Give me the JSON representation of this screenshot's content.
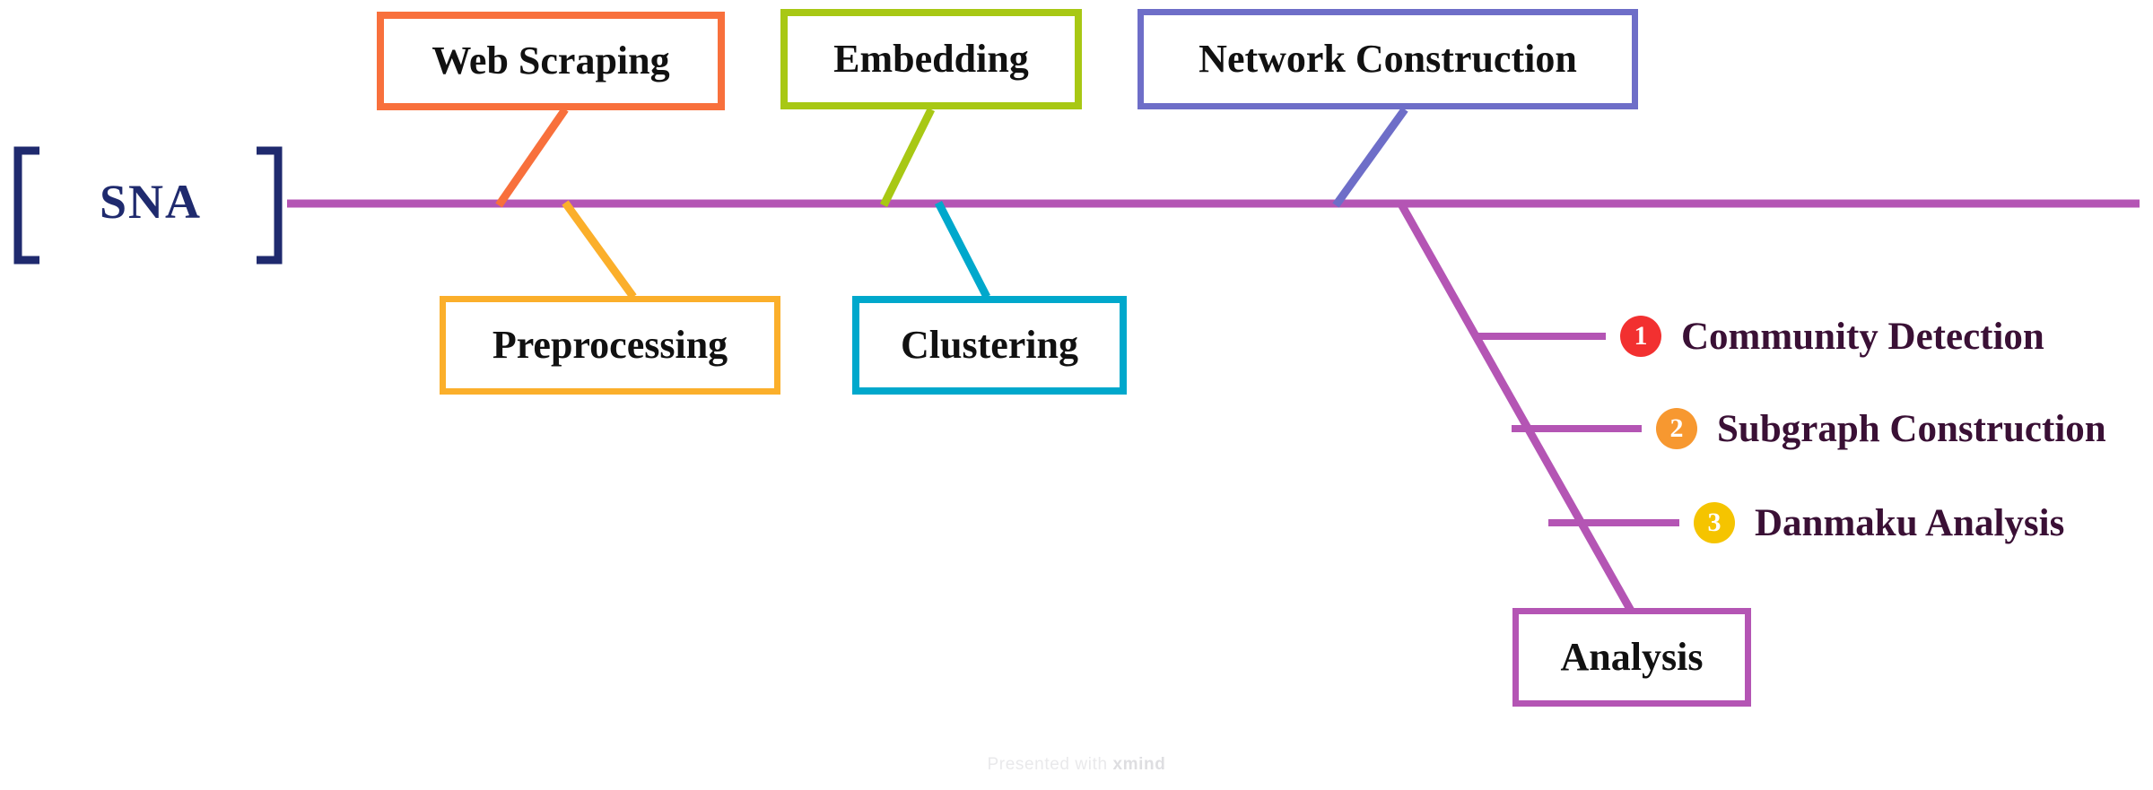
{
  "diagram": {
    "type": "fishbone",
    "root": {
      "label": "SNA",
      "color": "#1F2A6E"
    },
    "spine": {
      "color": "#B455B4"
    },
    "branches": [
      {
        "label": "Web Scraping",
        "color": "#F8703C",
        "position": "above"
      },
      {
        "label": "Preprocessing",
        "color": "#FBAF2B",
        "position": "below"
      },
      {
        "label": "Embedding",
        "color": "#A8C814",
        "position": "above"
      },
      {
        "label": "Clustering",
        "color": "#00A8CC",
        "position": "below"
      },
      {
        "label": "Network Construction",
        "color": "#6E6EC8",
        "position": "above"
      },
      {
        "label": "Analysis",
        "color": "#B455B4",
        "position": "below"
      }
    ],
    "analysis_items": [
      {
        "number": "1",
        "label": "Community Detection",
        "badge_color": "#F23030"
      },
      {
        "number": "2",
        "label": "Subgraph Construction",
        "badge_color": "#F79830"
      },
      {
        "number": "3",
        "label": "Danmaku Analysis",
        "badge_color": "#F5C400"
      }
    ]
  },
  "footer": {
    "watermark_prefix": "Presented with ",
    "watermark_brand": "xmind"
  }
}
